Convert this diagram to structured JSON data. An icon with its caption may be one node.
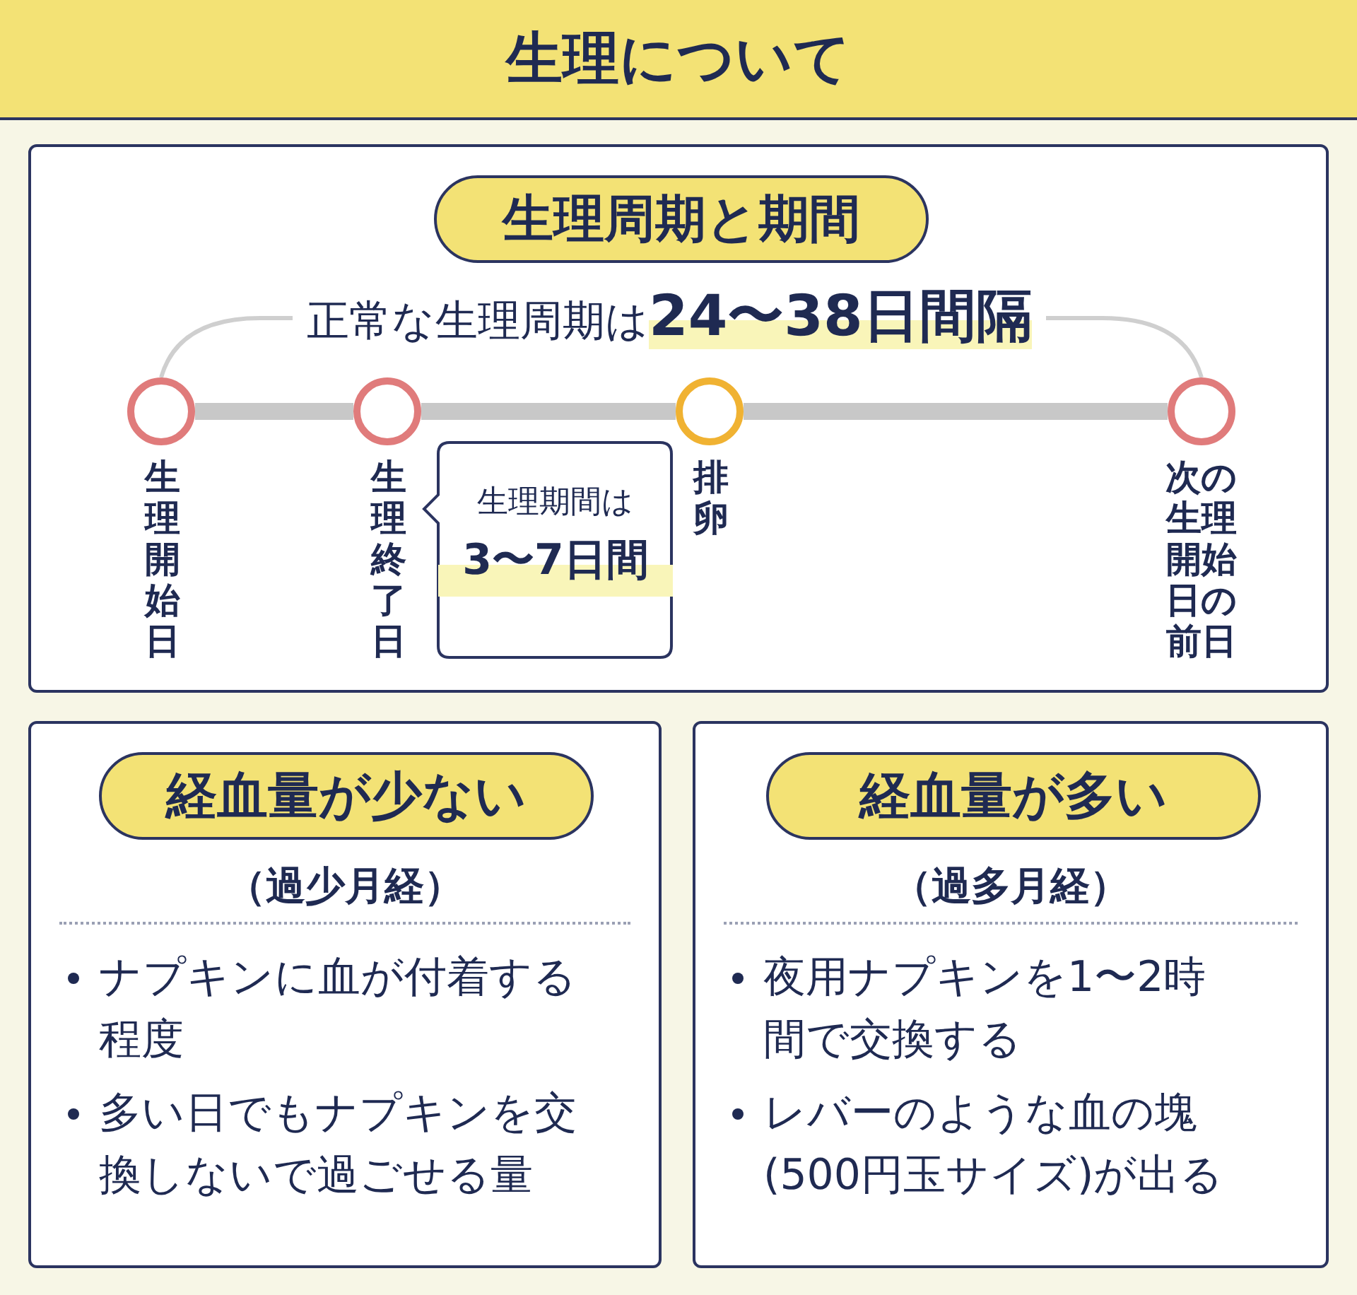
{
  "diagram": {
    "title": "生理について",
    "nodes": [
      {
        "text": [],
        "shape": "box"
      },
      {
        "text": [
          "生理周期と期間"
        ],
        "in": 0
      },
      {
        "text": [],
        "shape": "circle",
        "beside": [
          "生理開始日"
        ],
        "in": 0
      },
      {
        "text": [],
        "shape": "circle",
        "beside": [
          "生理終了日"
        ],
        "in": 0
      },
      {
        "text": [],
        "shape": "circle",
        "beside": [
          "排卵"
        ],
        "in": 0
      },
      {
        "text": [],
        "shape": "circle",
        "beside": [
          "次の生理開始日の前日"
        ],
        "in": 0
      },
      {
        "text": [
          "生理期間は",
          "3〜7日間"
        ],
        "in": 0
      },
      {
        "text": [
          "（過少月経）",
          "ナプキンに血が付着する程度",
          "多い日でもナプキンを交換しないで過ごせる量"
        ]
      },
      {
        "text": [
          "経血量が少ない"
        ],
        "in": 7
      },
      {
        "text": [
          "（過多月経）",
          "夜用ナプキンを1〜2時間で交換する",
          "レバーのような血の塊(500円玉サイズ)が出る"
        ]
      },
      {
        "text": [
          "経血量が多い"
        ],
        "in": 9
      }
    ],
    "edges": [
      {
        "from": 2,
        "to": 3,
        "arrow": "none"
      },
      {
        "from": 3,
        "to": 4,
        "arrow": "none"
      },
      {
        "from": 4,
        "to": 5,
        "arrow": "none"
      },
      {
        "from": 2,
        "to": 5,
        "arrow": "none",
        "label": "正常な生理周期は**24〜38日間隔**"
      }
    ]
  }
}
